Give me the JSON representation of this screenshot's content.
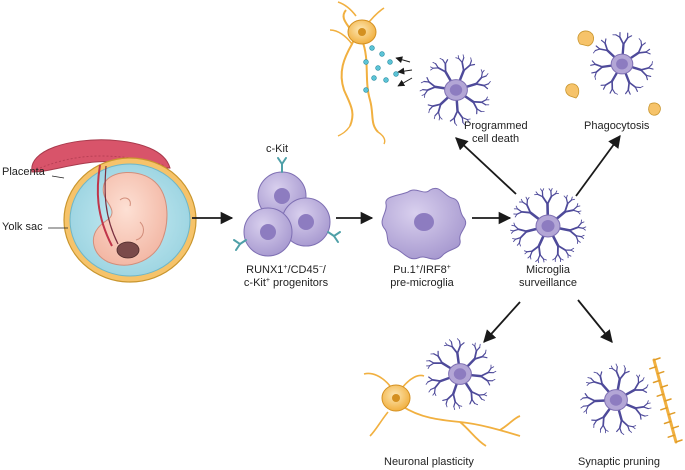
{
  "labels": {
    "placenta": "Placenta",
    "yolk_sac": "Yolk sac",
    "ckit": "c-Kit",
    "progenitors": {
      "runx1": "RUNX1",
      "plus1": "+",
      "cd45": "/CD45",
      "minus": "−",
      "slash": "/",
      "line2a": "c-Kit",
      "plus2": "+",
      "line2b": " progenitors"
    },
    "premicroglia": {
      "pu1": "Pu.1",
      "plus1": "+",
      "irf8": "/IRF8",
      "plus2": "+",
      "line2": "pre-microglia"
    },
    "surveillance": {
      "line1": "Microglia",
      "line2": "surveillance"
    },
    "programmed_death": {
      "line1": "Programmed",
      "line2": "cell death"
    },
    "phagocytosis": "Phagocytosis",
    "neuronal_plasticity": "Neuronal plasticity",
    "synaptic_pruning": "Synaptic pruning"
  },
  "colors": {
    "microglia_body": "#b3a6d6",
    "microglia_nucleus": "#8d7cc0",
    "microglia_process": "#4e4a9a",
    "neuron": "#f4b43c",
    "placenta": "#d8546a",
    "yolk_sac": "#a9dbe6",
    "embryo": "#f8c9b8",
    "receptor": "#4fa0a8",
    "arrow": "#1a1a1a"
  }
}
